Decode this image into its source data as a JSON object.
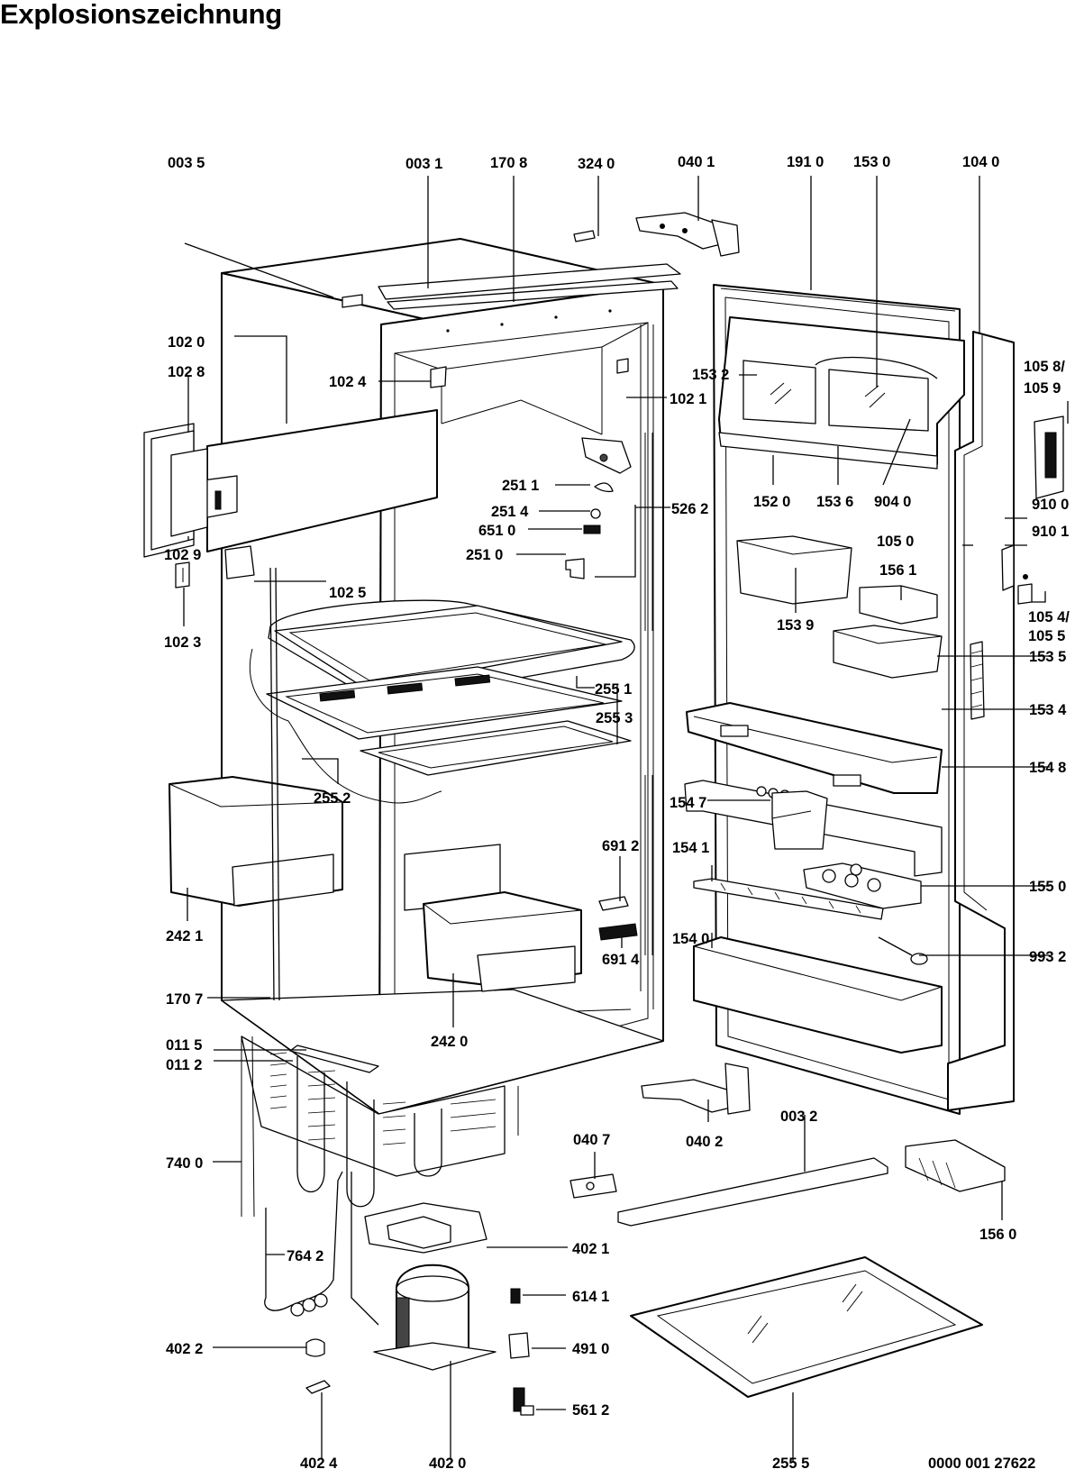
{
  "title": "Explosionszeichnung",
  "drawing_number": "0000 001 27622",
  "labels": [
    {
      "id": "0035",
      "text": "003 5"
    },
    {
      "id": "0031",
      "text": "003 1"
    },
    {
      "id": "1708",
      "text": "170 8"
    },
    {
      "id": "3240",
      "text": "324 0"
    },
    {
      "id": "0401",
      "text": "040 1"
    },
    {
      "id": "1910",
      "text": "191 0"
    },
    {
      "id": "1530",
      "text": "153 0"
    },
    {
      "id": "1040",
      "text": "104 0"
    },
    {
      "id": "1020",
      "text": "102 0"
    },
    {
      "id": "1028",
      "text": "102 8"
    },
    {
      "id": "1024",
      "text": "102 4"
    },
    {
      "id": "1021",
      "text": "102 1"
    },
    {
      "id": "1532",
      "text": "153 2"
    },
    {
      "id": "1058",
      "text": "105 8/"
    },
    {
      "id": "1059",
      "text": "105 9"
    },
    {
      "id": "2511",
      "text": "251 1"
    },
    {
      "id": "5262",
      "text": "526 2"
    },
    {
      "id": "2514",
      "text": "251 4"
    },
    {
      "id": "6510",
      "text": "651 0"
    },
    {
      "id": "2510",
      "text": "251 0"
    },
    {
      "id": "1029",
      "text": "102 9"
    },
    {
      "id": "1025",
      "text": "102 5"
    },
    {
      "id": "1023",
      "text": "102 3"
    },
    {
      "id": "1520",
      "text": "152 0"
    },
    {
      "id": "1536",
      "text": "153 6"
    },
    {
      "id": "9040",
      "text": "904 0"
    },
    {
      "id": "9100",
      "text": "910 0"
    },
    {
      "id": "1050",
      "text": "105 0"
    },
    {
      "id": "9101",
      "text": "910 1"
    },
    {
      "id": "1561",
      "text": "156 1"
    },
    {
      "id": "1054",
      "text": "105 4/"
    },
    {
      "id": "1055",
      "text": "105 5"
    },
    {
      "id": "1539",
      "text": "153 9"
    },
    {
      "id": "1535",
      "text": "153 5"
    },
    {
      "id": "2551",
      "text": "255 1"
    },
    {
      "id": "1534",
      "text": "153 4"
    },
    {
      "id": "2553",
      "text": "255 3"
    },
    {
      "id": "1548",
      "text": "154 8"
    },
    {
      "id": "2552",
      "text": "255 2"
    },
    {
      "id": "1547",
      "text": "154 7"
    },
    {
      "id": "6912",
      "text": "691 2"
    },
    {
      "id": "1541",
      "text": "154 1"
    },
    {
      "id": "1550",
      "text": "155 0"
    },
    {
      "id": "2421",
      "text": "242 1"
    },
    {
      "id": "1540",
      "text": "154 0"
    },
    {
      "id": "6914",
      "text": "691 4"
    },
    {
      "id": "9932",
      "text": "993 2"
    },
    {
      "id": "1707",
      "text": "170 7"
    },
    {
      "id": "2420",
      "text": "242 0"
    },
    {
      "id": "0115",
      "text": "011 5"
    },
    {
      "id": "0112",
      "text": "011 2"
    },
    {
      "id": "0032",
      "text": "003 2"
    },
    {
      "id": "0407",
      "text": "040 7"
    },
    {
      "id": "0402",
      "text": "040 2"
    },
    {
      "id": "7400",
      "text": "740 0"
    },
    {
      "id": "1560",
      "text": "156 0"
    },
    {
      "id": "4021",
      "text": "402 1"
    },
    {
      "id": "7642",
      "text": "764 2"
    },
    {
      "id": "6141",
      "text": "614 1"
    },
    {
      "id": "4022",
      "text": "402 2"
    },
    {
      "id": "4910",
      "text": "491 0"
    },
    {
      "id": "5612",
      "text": "561 2"
    },
    {
      "id": "4024",
      "text": "402 4"
    },
    {
      "id": "4020",
      "text": "402 0"
    },
    {
      "id": "2555",
      "text": "255 5"
    }
  ]
}
